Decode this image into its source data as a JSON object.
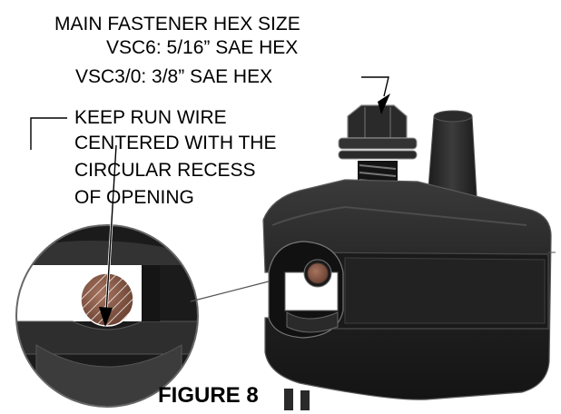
{
  "callouts": {
    "hex_size": {
      "title": "MAIN FASTENER HEX SIZE",
      "line2": "VSC6:  5/16” SAE HEX",
      "line3": "VSC3/0:  3/8” SAE HEX"
    },
    "run_wire": {
      "line1": "KEEP RUN WIRE",
      "line2": "CENTERED WITH THE",
      "line3": "CIRCULAR RECESS",
      "line4": "OF OPENING"
    }
  },
  "caption": "FIGURE 8",
  "colors": {
    "body": "#1c1c1c",
    "body_highlight": "#3a3a3a",
    "edge": "#5a5a5a",
    "conductor": "#8a5a45",
    "hatch": "#ffffff",
    "leader": "#000000"
  }
}
